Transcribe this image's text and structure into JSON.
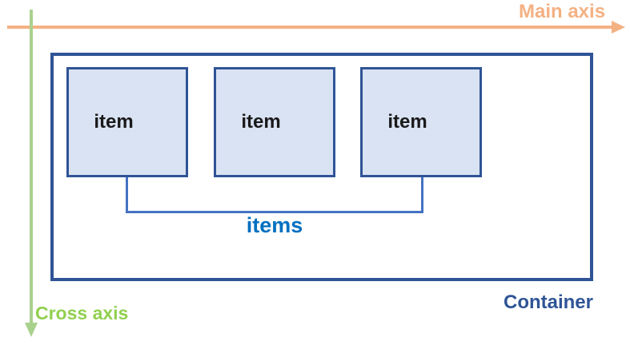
{
  "labels": {
    "main_axis": "Main axis",
    "cross_axis": "Cross axis",
    "container": "Container",
    "items_group": "items"
  },
  "items": [
    {
      "label": "item"
    },
    {
      "label": "item"
    },
    {
      "label": "item"
    }
  ],
  "colors": {
    "main_axis": "#F4B183",
    "cross_axis_line": "#A9D18E",
    "cross_axis_text": "#92D050",
    "container_border": "#2F5496",
    "container_text": "#2F5496",
    "item_fill": "#DAE3F3",
    "item_border": "#2F5496",
    "item_text": "#1A1A1A",
    "bracket": "#4472C4",
    "items_text": "#0070C0"
  }
}
